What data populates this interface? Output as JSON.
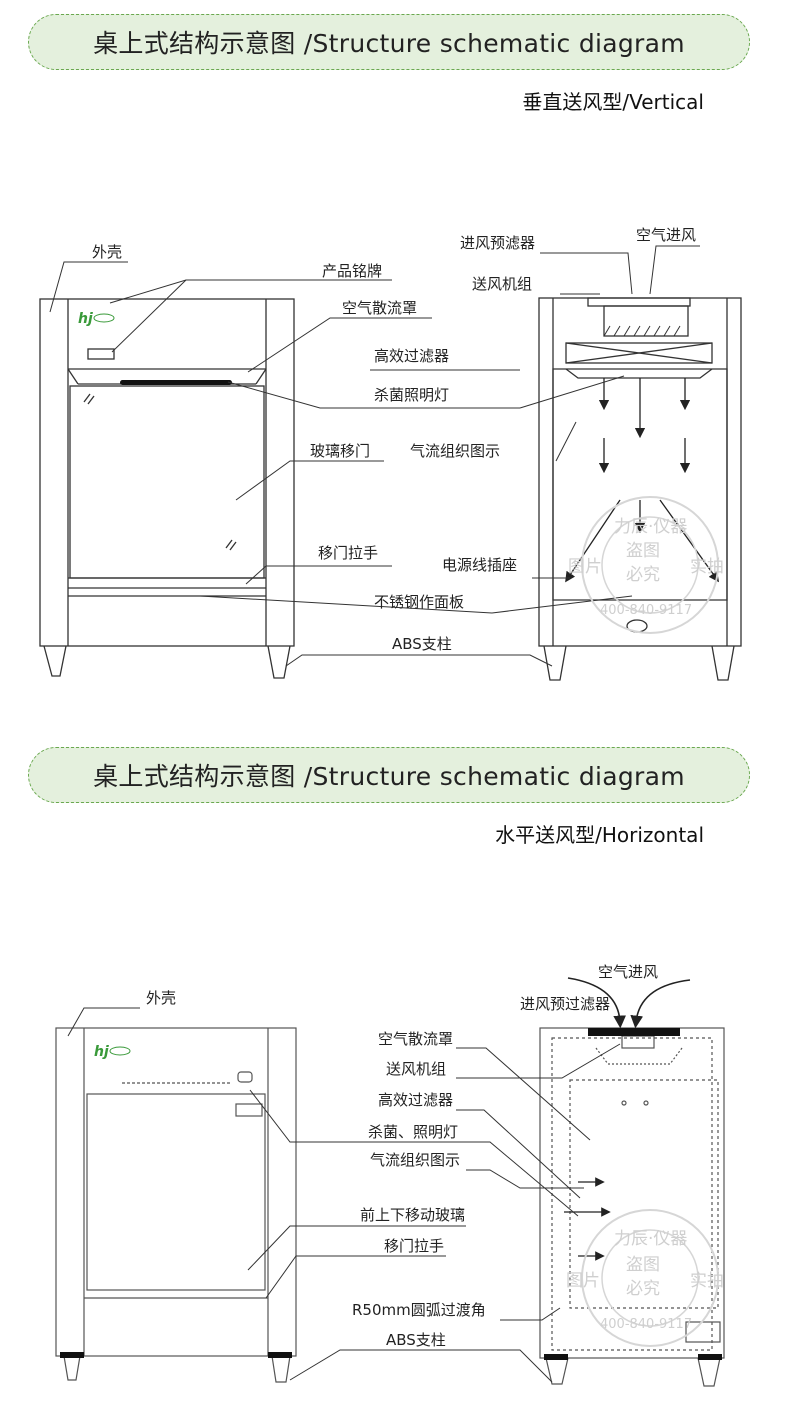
{
  "section1": {
    "banner_title": "桌上式结构示意图 /Structure schematic diagram",
    "subtitle": "垂直送风型/Vertical",
    "labels": {
      "shell": "外壳",
      "nameplate": "产品铭牌",
      "diffuser": "空气散流罩",
      "hepa": "高效过滤器",
      "uv_lamp": "杀菌照明灯",
      "glass_door": "玻璃移门",
      "airflow": "气流组织图示",
      "door_handle": "移门拉手",
      "socket": "电源线插座",
      "work_surface": "不锈钢作面板",
      "abs_leg": "ABS支柱",
      "prefilter": "进风预滤器",
      "air_inlet": "空气进风",
      "fan": "送风机组"
    }
  },
  "section2": {
    "banner_title": "桌上式结构示意图 /Structure schematic diagram",
    "subtitle": "水平送风型/Horizontal",
    "labels": {
      "shell": "外壳",
      "air_inlet": "空气进风",
      "prefilter": "进风预过滤器",
      "diffuser": "空气散流罩",
      "fan": "送风机组",
      "hepa": "高效过滤器",
      "uv_lamp": "杀菌、照明灯",
      "airflow": "气流组织图示",
      "glass": "前上下移动玻璃",
      "door_handle": "移门拉手",
      "radius": "R50mm圆弧过渡角",
      "abs_leg": "ABS支柱"
    }
  },
  "watermark": {
    "company": "力辰·仪器",
    "left": "图片",
    "center_top": "盗图",
    "center_bottom": "必究",
    "right": "实拍",
    "phone": "400-840-9117"
  },
  "colors": {
    "banner_bg": "#e4f0dd",
    "banner_border": "#6aa84f",
    "line": "#333333",
    "logo_green": "#3a9a3a"
  }
}
